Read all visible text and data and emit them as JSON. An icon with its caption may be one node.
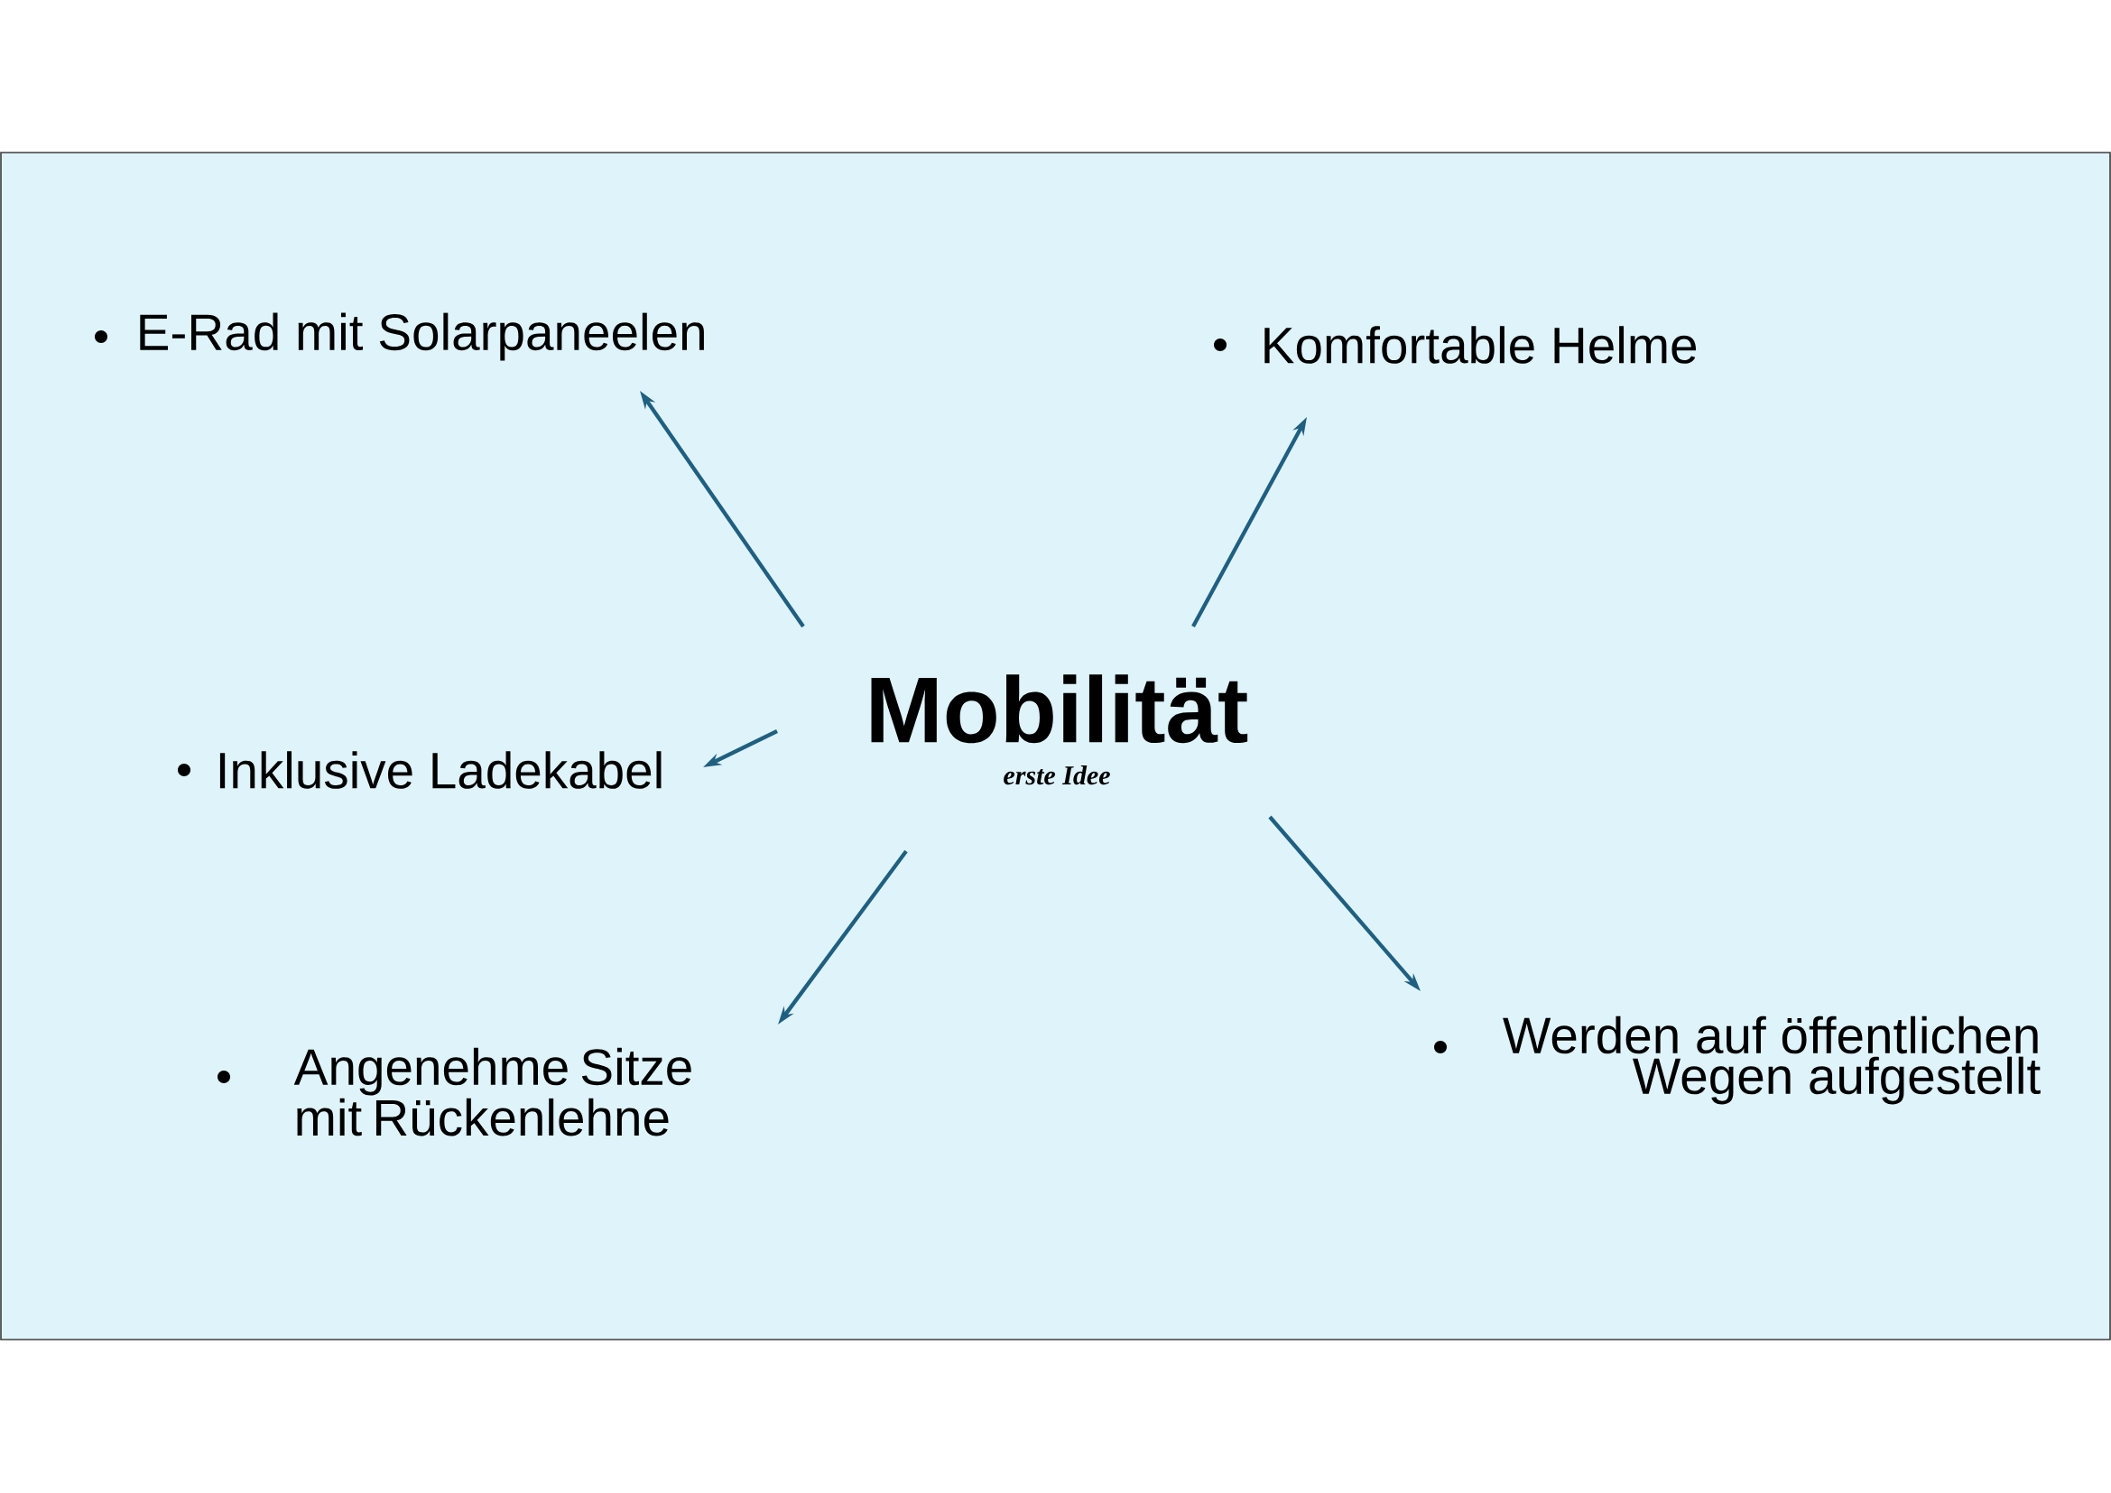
{
  "diagram": {
    "nodes": [
      {
        "text": [
          "Mobilität",
          "erste Idee"
        ]
      },
      {
        "text": [
          "E-Rad mit Solarpaneelen"
        ]
      },
      {
        "text": [
          "Komfortable Helme"
        ]
      },
      {
        "text": [
          "Inklusive Ladekabel"
        ]
      },
      {
        "text": [
          "Angenehme Sitze mit Rückenlehne"
        ]
      },
      {
        "text": [
          "Werden auf öffentlichen Wegen aufgestellt"
        ]
      }
    ],
    "edges": [
      {
        "from": 0,
        "to": 1,
        "arrow": "to"
      },
      {
        "from": 0,
        "to": 2,
        "arrow": "to"
      },
      {
        "from": 0,
        "to": 3,
        "arrow": "to"
      },
      {
        "from": 0,
        "to": 4,
        "arrow": "to"
      },
      {
        "from": 0,
        "to": 5,
        "arrow": "to"
      }
    ]
  }
}
